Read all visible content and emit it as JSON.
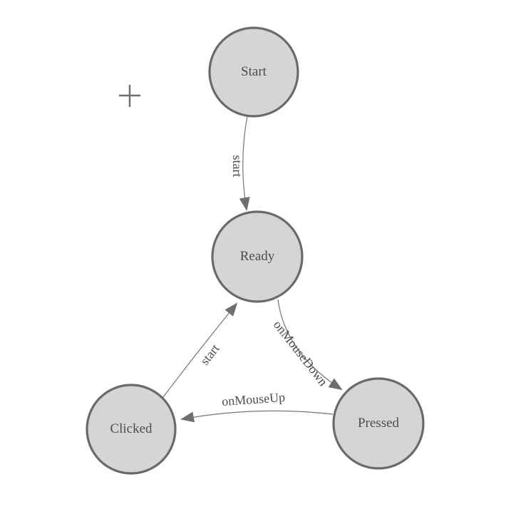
{
  "canvas": {
    "background": "#ffffff",
    "kind": "state-machine-diagram"
  },
  "colors": {
    "node_fill": "#d5d5d5",
    "node_border": "#6a6a6a",
    "edge_line": "#757575",
    "arrowhead": "#6e6e6e",
    "label_text": "#4d4d4d"
  },
  "cursor": {
    "icon": "plus-crosshair"
  },
  "nodes": [
    {
      "label": "Start"
    },
    {
      "label": "Ready"
    },
    {
      "label": "Clicked"
    },
    {
      "label": "Pressed"
    }
  ],
  "edges": [
    {
      "from": "Start",
      "to": "Ready",
      "label": "start"
    },
    {
      "from": "Clicked",
      "to": "Ready",
      "label": "start"
    },
    {
      "from": "Ready",
      "to": "Pressed",
      "label": "onMouseDown"
    },
    {
      "from": "Pressed",
      "to": "Clicked",
      "label": "onMouseUp"
    }
  ]
}
